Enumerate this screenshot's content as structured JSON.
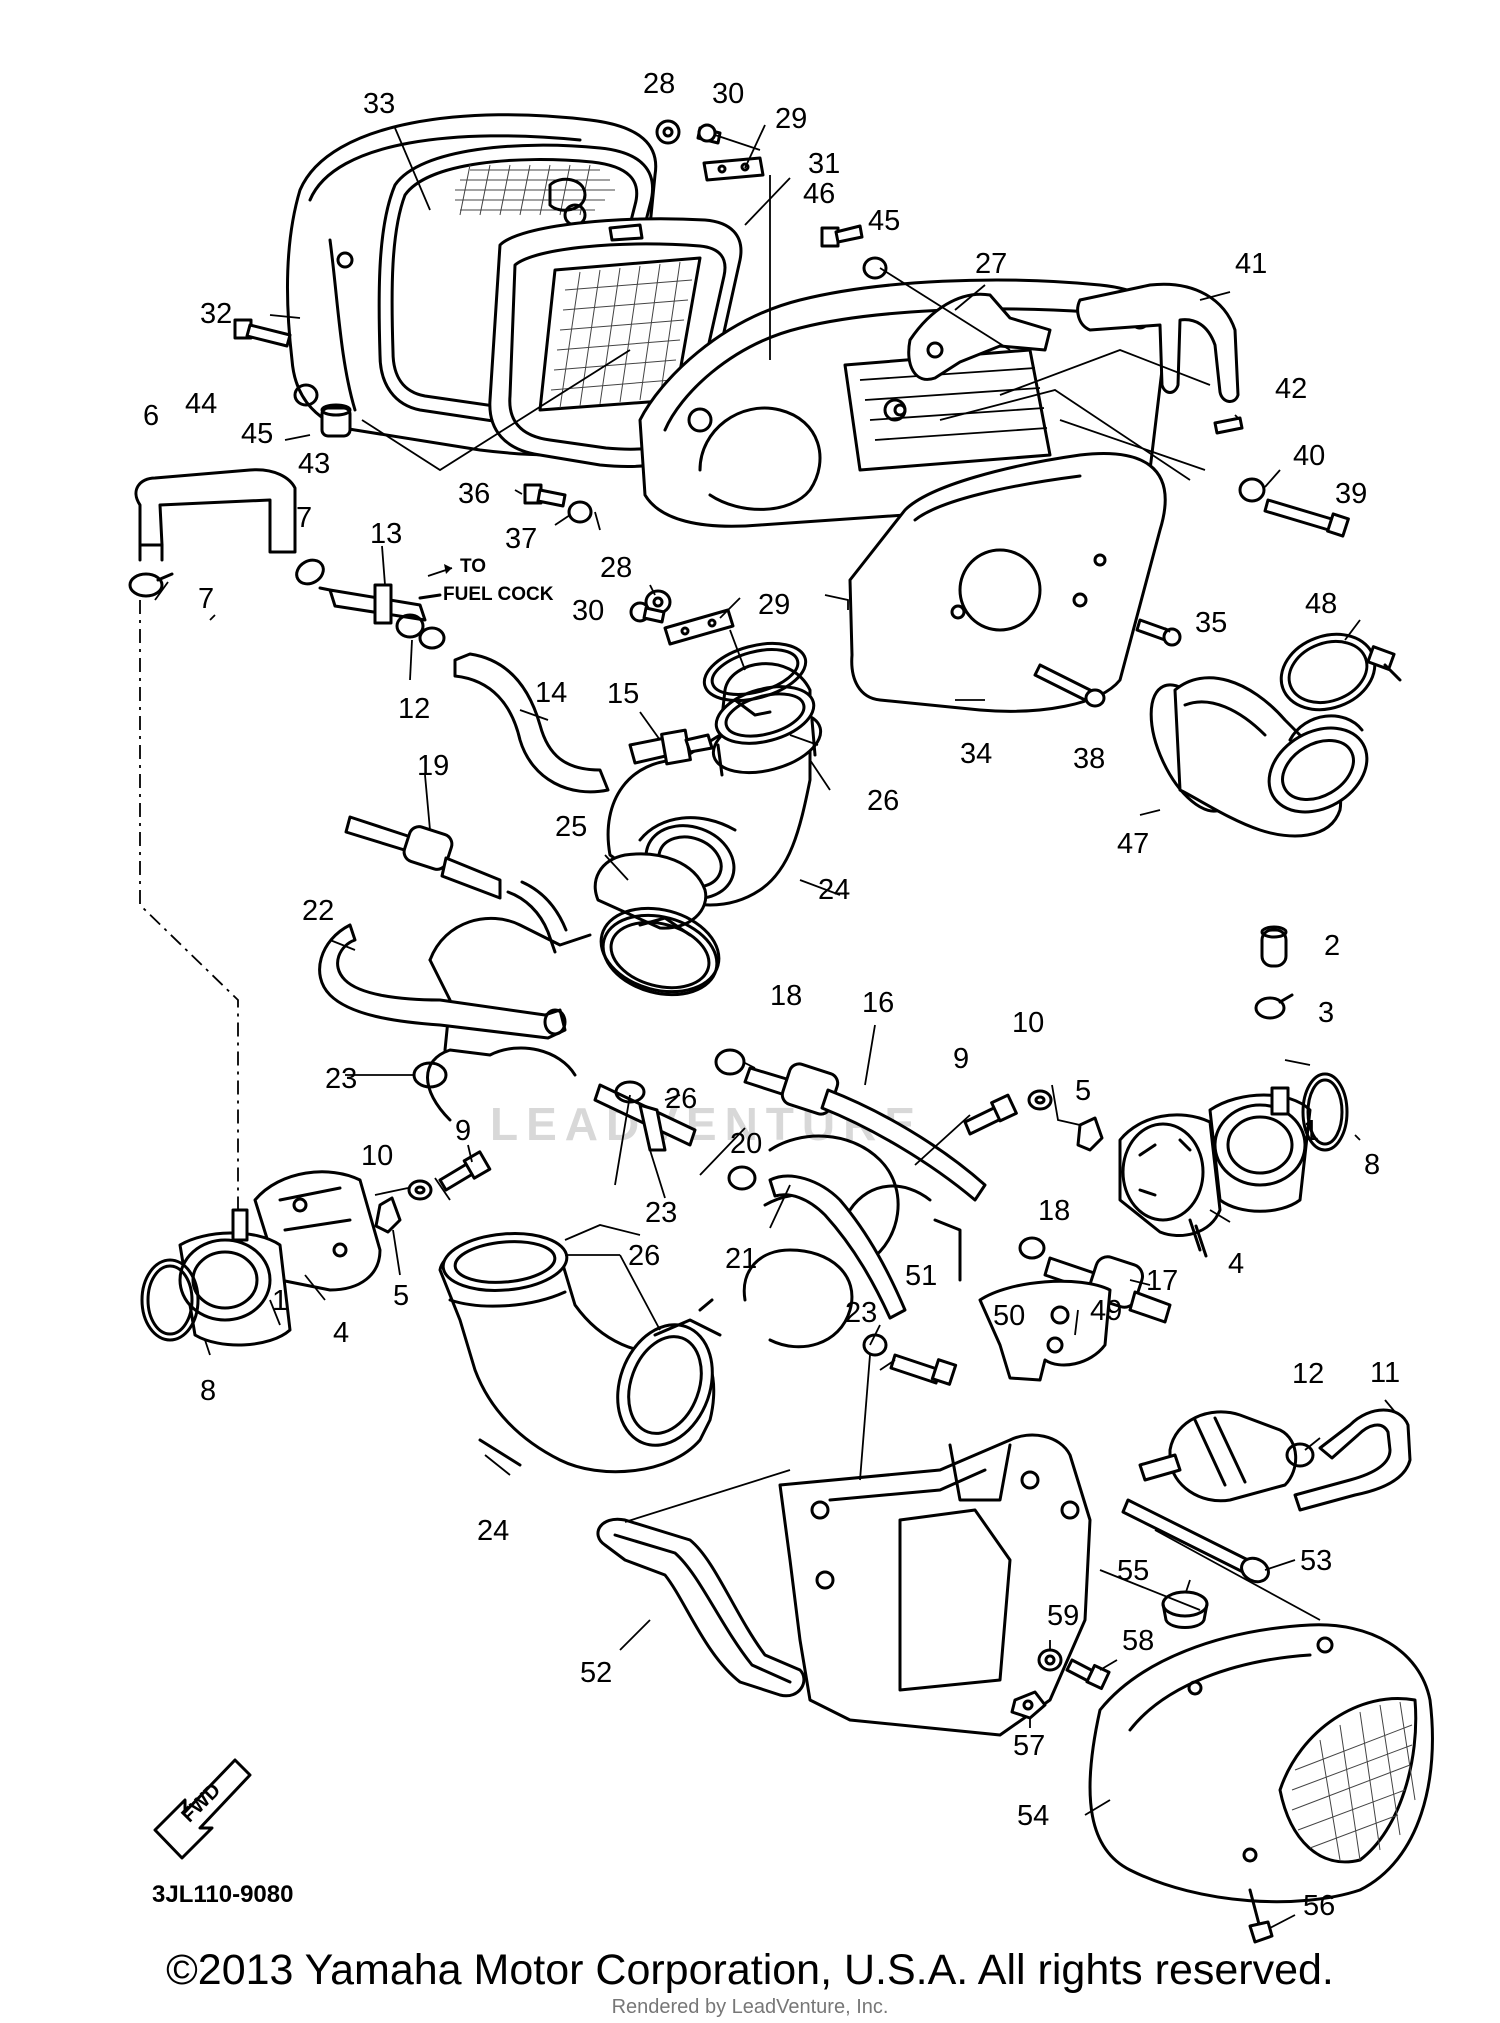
{
  "diagram": {
    "part_numbers": [
      "1",
      "1",
      "2",
      "3",
      "4",
      "4",
      "5",
      "5",
      "6",
      "7",
      "7",
      "8",
      "8",
      "9",
      "9",
      "10",
      "10",
      "11",
      "12",
      "12",
      "13",
      "14",
      "15",
      "16",
      "17",
      "18",
      "18",
      "19",
      "20",
      "21",
      "22",
      "23",
      "23",
      "23",
      "24",
      "24",
      "25",
      "26",
      "26",
      "26",
      "27",
      "28",
      "28",
      "29",
      "29",
      "30",
      "30",
      "31",
      "32",
      "33",
      "34",
      "35",
      "36",
      "37",
      "38",
      "39",
      "40",
      "41",
      "42",
      "43",
      "44",
      "45",
      "45",
      "46",
      "47",
      "48",
      "49",
      "50",
      "51",
      "52",
      "53",
      "54",
      "55",
      "56",
      "57",
      "58",
      "59"
    ],
    "note_line1": "TO",
    "note_line2": "FUEL COCK",
    "fwd_label": "FWD",
    "drawing_code": "3JL110-9080",
    "watermark_text": "LEADVENTURE"
  },
  "footer": {
    "copyright": "©2013 Yamaha Motor Corporation, U.S.A. All rights reserved.",
    "rendered_by": "Rendered by LeadVenture, Inc."
  }
}
